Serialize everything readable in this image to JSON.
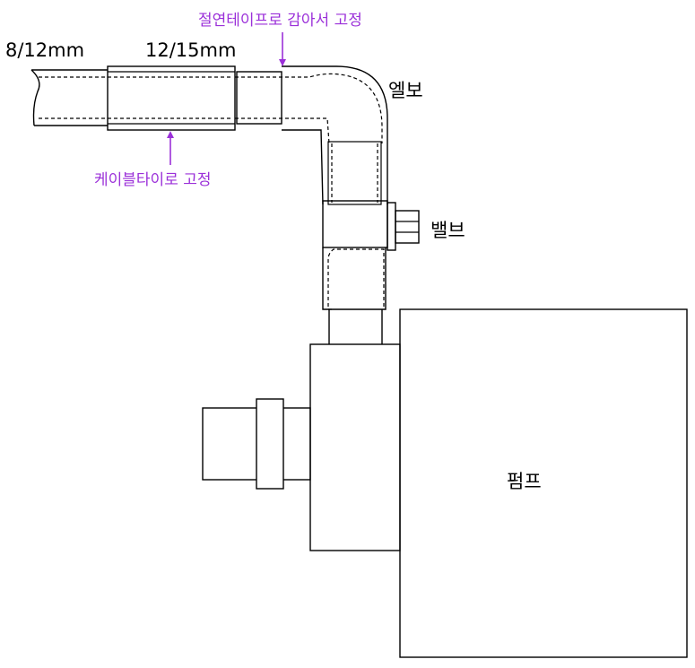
{
  "labels": {
    "hose_small": "8/12mm",
    "hose_large": "12/15mm",
    "elbow": "엘보",
    "valve": "밸브",
    "pump": "펌프"
  },
  "annotations": {
    "tape": "절연테이프로 감아서 고정",
    "cable_tie": "케이블타이로 고정"
  },
  "colors": {
    "line": "#000000",
    "annotation": "#9b30d9"
  }
}
